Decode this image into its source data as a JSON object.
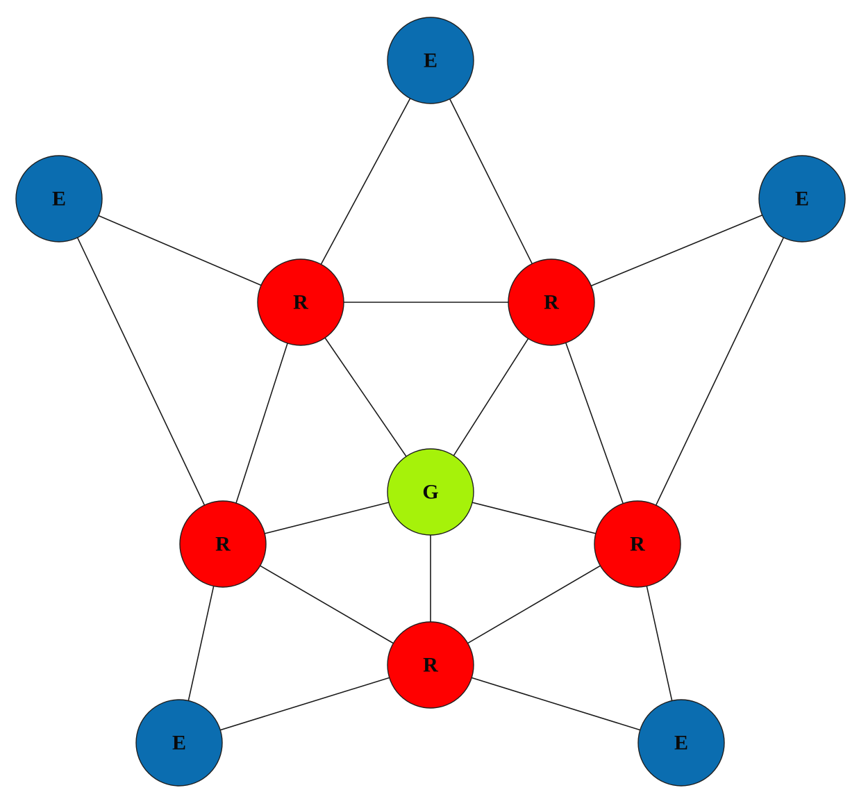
{
  "colors": {
    "E": "#0b6db0",
    "R": "#ff0000",
    "G": "#a6f20a"
  },
  "nodes": [
    {
      "id": "e_top",
      "type": "E",
      "label": "E"
    },
    {
      "id": "e_left",
      "type": "E",
      "label": "E"
    },
    {
      "id": "e_right",
      "type": "E",
      "label": "E"
    },
    {
      "id": "e_bottom_left",
      "type": "E",
      "label": "E"
    },
    {
      "id": "e_bottom_right",
      "type": "E",
      "label": "E"
    },
    {
      "id": "r_top_left",
      "type": "R",
      "label": "R"
    },
    {
      "id": "r_top_right",
      "type": "R",
      "label": "R"
    },
    {
      "id": "r_left",
      "type": "R",
      "label": "R"
    },
    {
      "id": "r_right",
      "type": "R",
      "label": "R"
    },
    {
      "id": "r_bottom",
      "type": "R",
      "label": "R"
    },
    {
      "id": "g_center",
      "type": "G",
      "label": "G"
    }
  ],
  "edges": [
    [
      "e_top",
      "r_top_left"
    ],
    [
      "e_top",
      "r_top_right"
    ],
    [
      "e_left",
      "r_top_left"
    ],
    [
      "e_left",
      "r_left"
    ],
    [
      "e_right",
      "r_top_right"
    ],
    [
      "e_right",
      "r_right"
    ],
    [
      "r_top_left",
      "r_top_right"
    ],
    [
      "r_top_left",
      "g_center"
    ],
    [
      "r_top_left",
      "r_left"
    ],
    [
      "r_top_right",
      "g_center"
    ],
    [
      "r_top_right",
      "r_right"
    ],
    [
      "g_center",
      "r_left"
    ],
    [
      "g_center",
      "r_right"
    ],
    [
      "g_center",
      "r_bottom"
    ],
    [
      "r_left",
      "r_bottom"
    ],
    [
      "r_left",
      "e_bottom_left"
    ],
    [
      "r_right",
      "r_bottom"
    ],
    [
      "r_right",
      "e_bottom_right"
    ],
    [
      "r_bottom",
      "e_bottom_left"
    ],
    [
      "r_bottom",
      "e_bottom_right"
    ]
  ]
}
